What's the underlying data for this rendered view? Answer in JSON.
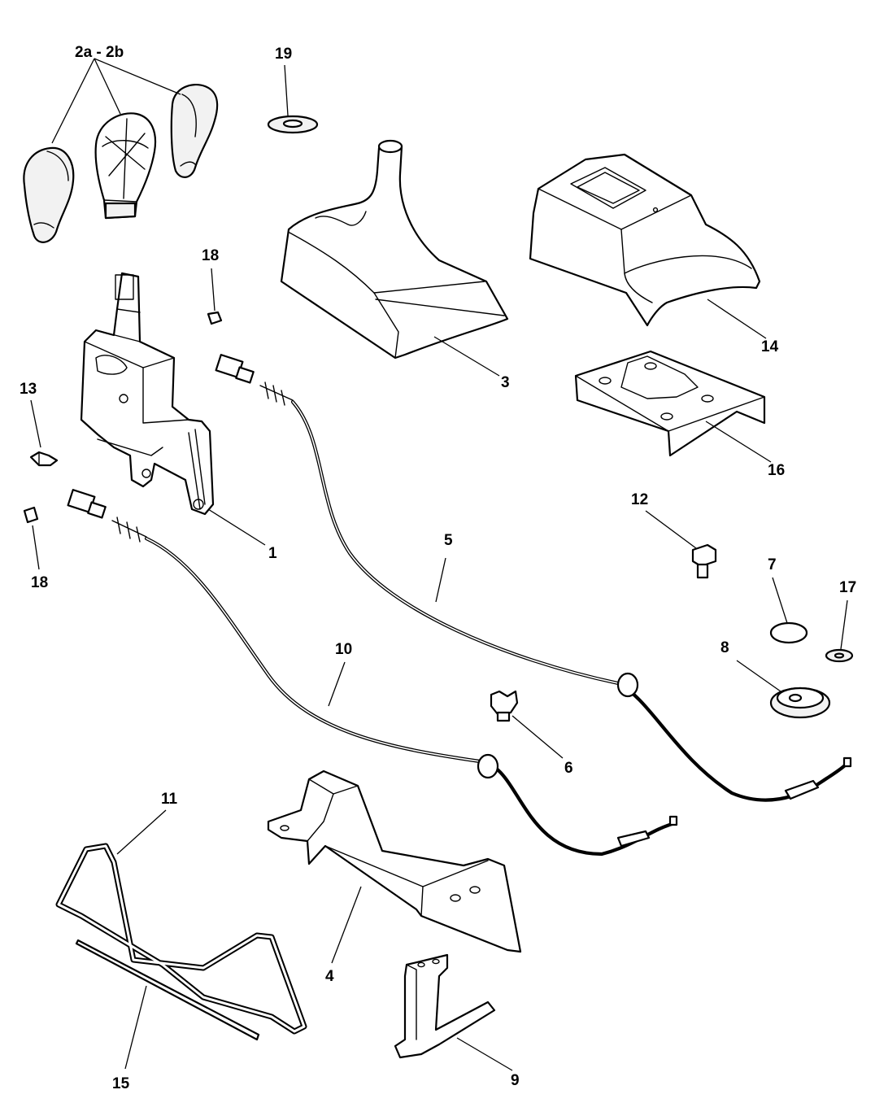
{
  "callouts": {
    "c_2a_2b": "2a - 2b",
    "c_19": "19",
    "c_18_top": "18",
    "c_3": "3",
    "c_14": "14",
    "c_13": "13",
    "c_16": "16",
    "c_12": "12",
    "c_1": "1",
    "c_5": "5",
    "c_18_left": "18",
    "c_7": "7",
    "c_17": "17",
    "c_10": "10",
    "c_8": "8",
    "c_6": "6",
    "c_11": "11",
    "c_4": "4",
    "c_15": "15",
    "c_9": "9"
  }
}
